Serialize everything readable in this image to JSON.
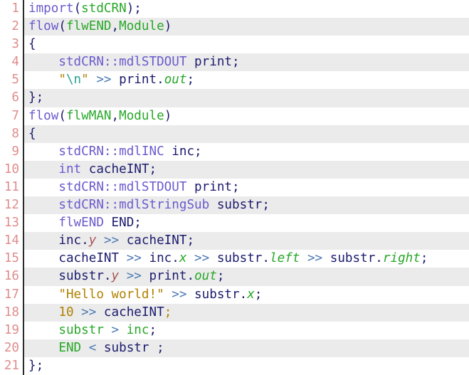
{
  "editor": {
    "palette": {
      "num": "#e08d8d",
      "border": "#2a2a2a",
      "stripe": "#ebebeb",
      "kw": "#6a5acd",
      "gr": "#28a828",
      "pl": "#1b1b6e",
      "op": "#4d7ab5",
      "st": "#b08000",
      "nu": "#b08000",
      "es": "#2aa198",
      "pg": "#28a828",
      "pr": "#a85454"
    },
    "lines": [
      {
        "no": 1,
        "tokens": [
          {
            "t": "import",
            "c": "kw"
          },
          {
            "t": "(",
            "c": "pl"
          },
          {
            "t": "stdCRN",
            "c": "gr"
          },
          {
            "t": ");",
            "c": "pl"
          }
        ]
      },
      {
        "no": 2,
        "tokens": [
          {
            "t": "flow",
            "c": "kw"
          },
          {
            "t": "(",
            "c": "pl"
          },
          {
            "t": "flwEND",
            "c": "gr"
          },
          {
            "t": ",",
            "c": "pl"
          },
          {
            "t": "Module",
            "c": "gr"
          },
          {
            "t": ")",
            "c": "pl"
          }
        ]
      },
      {
        "no": 3,
        "tokens": [
          {
            "t": "{",
            "c": "pl"
          }
        ]
      },
      {
        "no": 4,
        "tokens": [
          {
            "t": "    ",
            "c": "pl"
          },
          {
            "t": "stdCRN::mdlSTDOUT",
            "c": "kw"
          },
          {
            "t": " print;",
            "c": "pl"
          }
        ]
      },
      {
        "no": 5,
        "tokens": [
          {
            "t": "    ",
            "c": "pl"
          },
          {
            "t": "\"",
            "c": "st"
          },
          {
            "t": "\\n",
            "c": "es"
          },
          {
            "t": "\"",
            "c": "st"
          },
          {
            "t": " ",
            "c": "pl"
          },
          {
            "t": ">>",
            "c": "op"
          },
          {
            "t": " print.",
            "c": "pl"
          },
          {
            "t": "out",
            "c": "pg"
          },
          {
            "t": ";",
            "c": "pl"
          }
        ]
      },
      {
        "no": 6,
        "tokens": [
          {
            "t": "};",
            "c": "pl"
          }
        ]
      },
      {
        "no": 7,
        "tokens": [
          {
            "t": "flow",
            "c": "kw"
          },
          {
            "t": "(",
            "c": "pl"
          },
          {
            "t": "flwMAN",
            "c": "gr"
          },
          {
            "t": ",",
            "c": "pl"
          },
          {
            "t": "Module",
            "c": "gr"
          },
          {
            "t": ")",
            "c": "pl"
          }
        ]
      },
      {
        "no": 8,
        "tokens": [
          {
            "t": "{",
            "c": "pl"
          }
        ]
      },
      {
        "no": 9,
        "tokens": [
          {
            "t": "    ",
            "c": "pl"
          },
          {
            "t": "stdCRN::mdlINC",
            "c": "kw"
          },
          {
            "t": " inc;",
            "c": "pl"
          }
        ]
      },
      {
        "no": 10,
        "tokens": [
          {
            "t": "    ",
            "c": "pl"
          },
          {
            "t": "int",
            "c": "kw"
          },
          {
            "t": " cacheINT;",
            "c": "pl"
          }
        ]
      },
      {
        "no": 11,
        "tokens": [
          {
            "t": "    ",
            "c": "pl"
          },
          {
            "t": "stdCRN::mdlSTDOUT",
            "c": "kw"
          },
          {
            "t": " print;",
            "c": "pl"
          }
        ]
      },
      {
        "no": 12,
        "tokens": [
          {
            "t": "    ",
            "c": "pl"
          },
          {
            "t": "stdCRN::mdlStringSub",
            "c": "kw"
          },
          {
            "t": " substr;",
            "c": "pl"
          }
        ]
      },
      {
        "no": 13,
        "tokens": [
          {
            "t": "    ",
            "c": "pl"
          },
          {
            "t": "flwEND",
            "c": "kw"
          },
          {
            "t": " END;",
            "c": "pl"
          }
        ]
      },
      {
        "no": 14,
        "tokens": [
          {
            "t": "    inc.",
            "c": "pl"
          },
          {
            "t": "y",
            "c": "pr"
          },
          {
            "t": " ",
            "c": "pl"
          },
          {
            "t": ">>",
            "c": "op"
          },
          {
            "t": " cacheINT;",
            "c": "pl"
          }
        ]
      },
      {
        "no": 15,
        "tokens": [
          {
            "t": "    cacheINT ",
            "c": "pl"
          },
          {
            "t": ">>",
            "c": "op"
          },
          {
            "t": " inc.",
            "c": "pl"
          },
          {
            "t": "x",
            "c": "pg"
          },
          {
            "t": " ",
            "c": "pl"
          },
          {
            "t": ">>",
            "c": "op"
          },
          {
            "t": " substr.",
            "c": "pl"
          },
          {
            "t": "left",
            "c": "pg"
          },
          {
            "t": " ",
            "c": "pl"
          },
          {
            "t": ">>",
            "c": "op"
          },
          {
            "t": " substr.",
            "c": "pl"
          },
          {
            "t": "right",
            "c": "pg"
          },
          {
            "t": ";",
            "c": "pl"
          }
        ]
      },
      {
        "no": 16,
        "tokens": [
          {
            "t": "    substr.",
            "c": "pl"
          },
          {
            "t": "y",
            "c": "pr"
          },
          {
            "t": " ",
            "c": "pl"
          },
          {
            "t": ">>",
            "c": "op"
          },
          {
            "t": " print.",
            "c": "pl"
          },
          {
            "t": "out",
            "c": "pg"
          },
          {
            "t": ";",
            "c": "pl"
          }
        ]
      },
      {
        "no": 17,
        "tokens": [
          {
            "t": "    ",
            "c": "pl"
          },
          {
            "t": "\"Hello world!\"",
            "c": "st"
          },
          {
            "t": " ",
            "c": "pl"
          },
          {
            "t": ">>",
            "c": "op"
          },
          {
            "t": " substr.",
            "c": "pl"
          },
          {
            "t": "x",
            "c": "pg"
          },
          {
            "t": ";",
            "c": "pl"
          }
        ]
      },
      {
        "no": 18,
        "tokens": [
          {
            "t": "    ",
            "c": "pl"
          },
          {
            "t": "10",
            "c": "nu"
          },
          {
            "t": " ",
            "c": "pl"
          },
          {
            "t": ">>",
            "c": "op"
          },
          {
            "t": " cacheINT",
            "c": "pl"
          },
          {
            "t": ";",
            "c": "nu"
          }
        ]
      },
      {
        "no": 19,
        "tokens": [
          {
            "t": "    ",
            "c": "pl"
          },
          {
            "t": "substr",
            "c": "gr"
          },
          {
            "t": " ",
            "c": "pl"
          },
          {
            "t": ">",
            "c": "op"
          },
          {
            "t": " ",
            "c": "pl"
          },
          {
            "t": "inc",
            "c": "gr"
          },
          {
            "t": ";",
            "c": "pl"
          }
        ]
      },
      {
        "no": 20,
        "tokens": [
          {
            "t": "    ",
            "c": "pl"
          },
          {
            "t": "END",
            "c": "gr"
          },
          {
            "t": " ",
            "c": "pl"
          },
          {
            "t": "<",
            "c": "op"
          },
          {
            "t": " substr ;",
            "c": "pl"
          }
        ]
      },
      {
        "no": 21,
        "tokens": [
          {
            "t": "};",
            "c": "pl"
          }
        ]
      }
    ]
  }
}
